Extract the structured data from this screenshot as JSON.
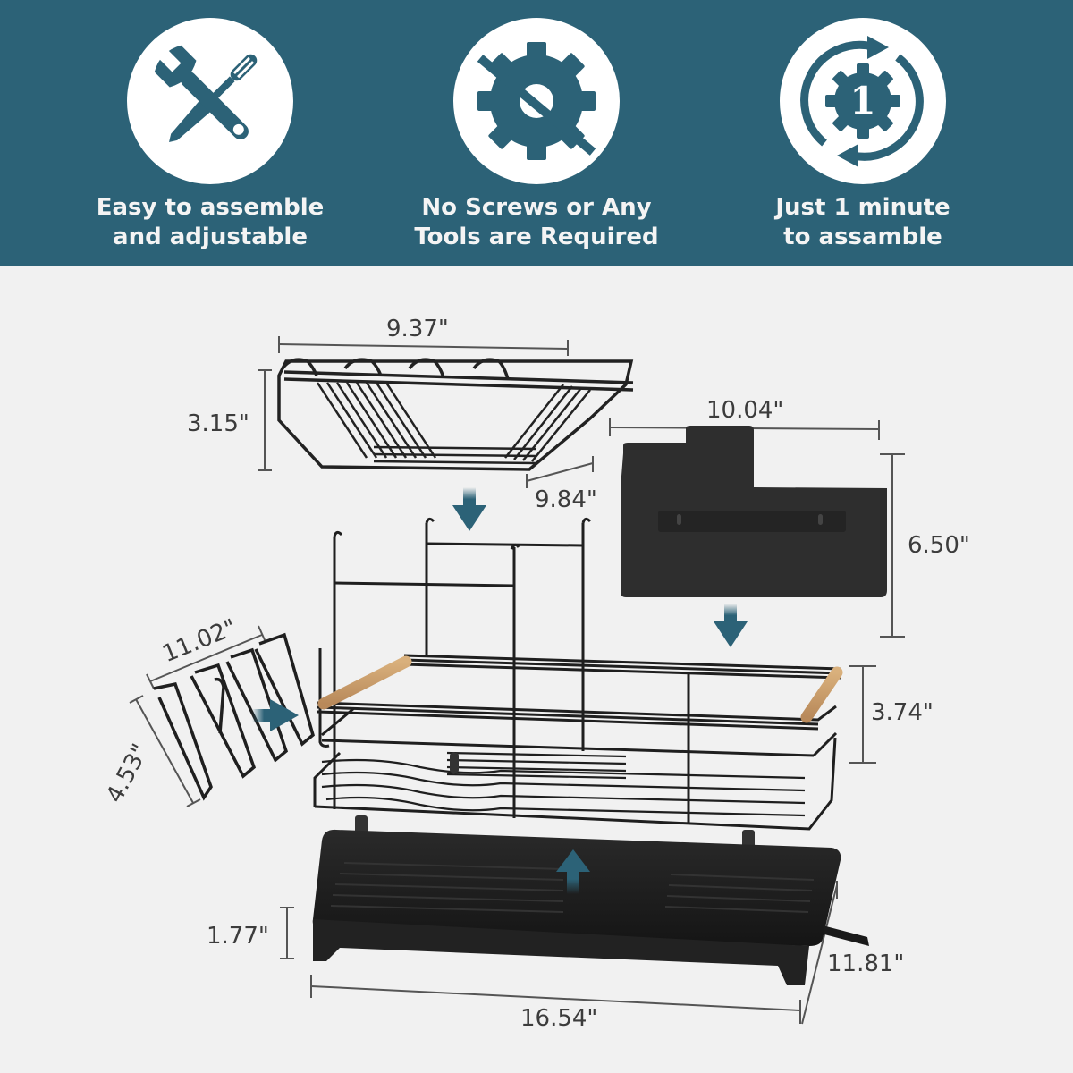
{
  "colors": {
    "banner_bg": "#2c6277",
    "icon_circle": "#ffffff",
    "caption_text": "#f4f4f4",
    "background": "#f1f1f1",
    "product_black": "#1d1d1d",
    "wood_handle": "#c99e6a",
    "arrow": "#2c6277",
    "dimension_text": "#3c3c3c"
  },
  "features": [
    {
      "icon": "wrench-screwdriver-icon",
      "line1": "Easy to assemble",
      "line2": "and adjustable"
    },
    {
      "icon": "no-screws-gear-icon",
      "line1": "No Screws or Any",
      "line2": "Tools are Required"
    },
    {
      "icon": "one-minute-gear-cycle-icon",
      "line1": "Just 1 minute",
      "line2": "to assamble",
      "badge": "1"
    }
  ],
  "dimensions": {
    "dish_rack_width": "9.37\"",
    "dish_rack_height": "3.15\"",
    "dish_rack_depth": "9.84\"",
    "utensil_holder_width": "10.04\"",
    "utensil_holder_height": "6.50\"",
    "cup_holder_width": "11.02\"",
    "cup_holder_height": "4.53\"",
    "basket_height": "3.74\"",
    "tray_height": "1.77\"",
    "tray_depth": "11.81\"",
    "tray_width": "16.54\""
  },
  "components": [
    {
      "name": "Upper plate rack",
      "arrow": "down"
    },
    {
      "name": "Utensil holder",
      "arrow": "down"
    },
    {
      "name": "Cup holder",
      "arrow": "right"
    },
    {
      "name": "Main wire basket with wooden handles"
    },
    {
      "name": "Drain tray with spout",
      "arrow": "up"
    }
  ]
}
